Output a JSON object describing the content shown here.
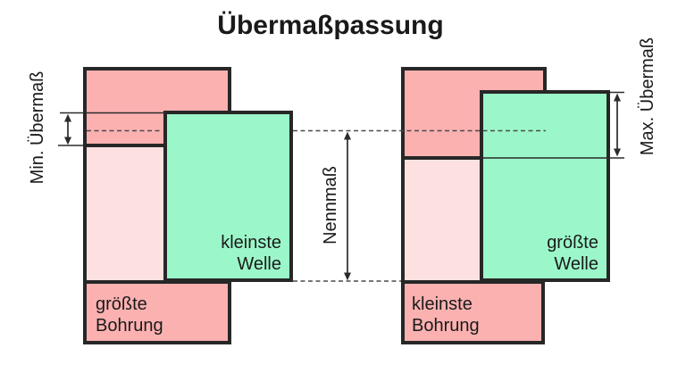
{
  "title": "Übermaßpassung",
  "figures": {
    "left": {
      "dimension_label": "Min. Übermaß",
      "bore_label": "größte Bohrung",
      "shaft_label": "kleinste Welle"
    },
    "right": {
      "dimension_label": "Max. Übermaß",
      "bore_label": "kleinste Bohrung",
      "shaft_label": "größte Welle"
    },
    "center": {
      "dimension_label": "Nennmaß"
    }
  },
  "colors": {
    "bore-pink": "#fcb1b1",
    "bore-pink-light": "#fde1e1",
    "shaft-green": "#9bf7c9",
    "outline": "#272727",
    "text": "#1a1a1a"
  }
}
